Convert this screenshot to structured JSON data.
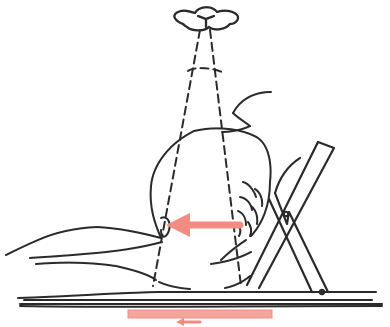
{
  "diagram": {
    "colors": {
      "line": "#2a2a2a",
      "arrow": "#f08d80",
      "cassette": "#f3a79c",
      "background": "#ffffff"
    },
    "elements": [
      "x-ray-tube-icon",
      "beam-cone",
      "patient-outline",
      "backrest-support",
      "table-surface",
      "beam-direction-arrow",
      "image-receptor",
      "receptor-arrow"
    ]
  }
}
